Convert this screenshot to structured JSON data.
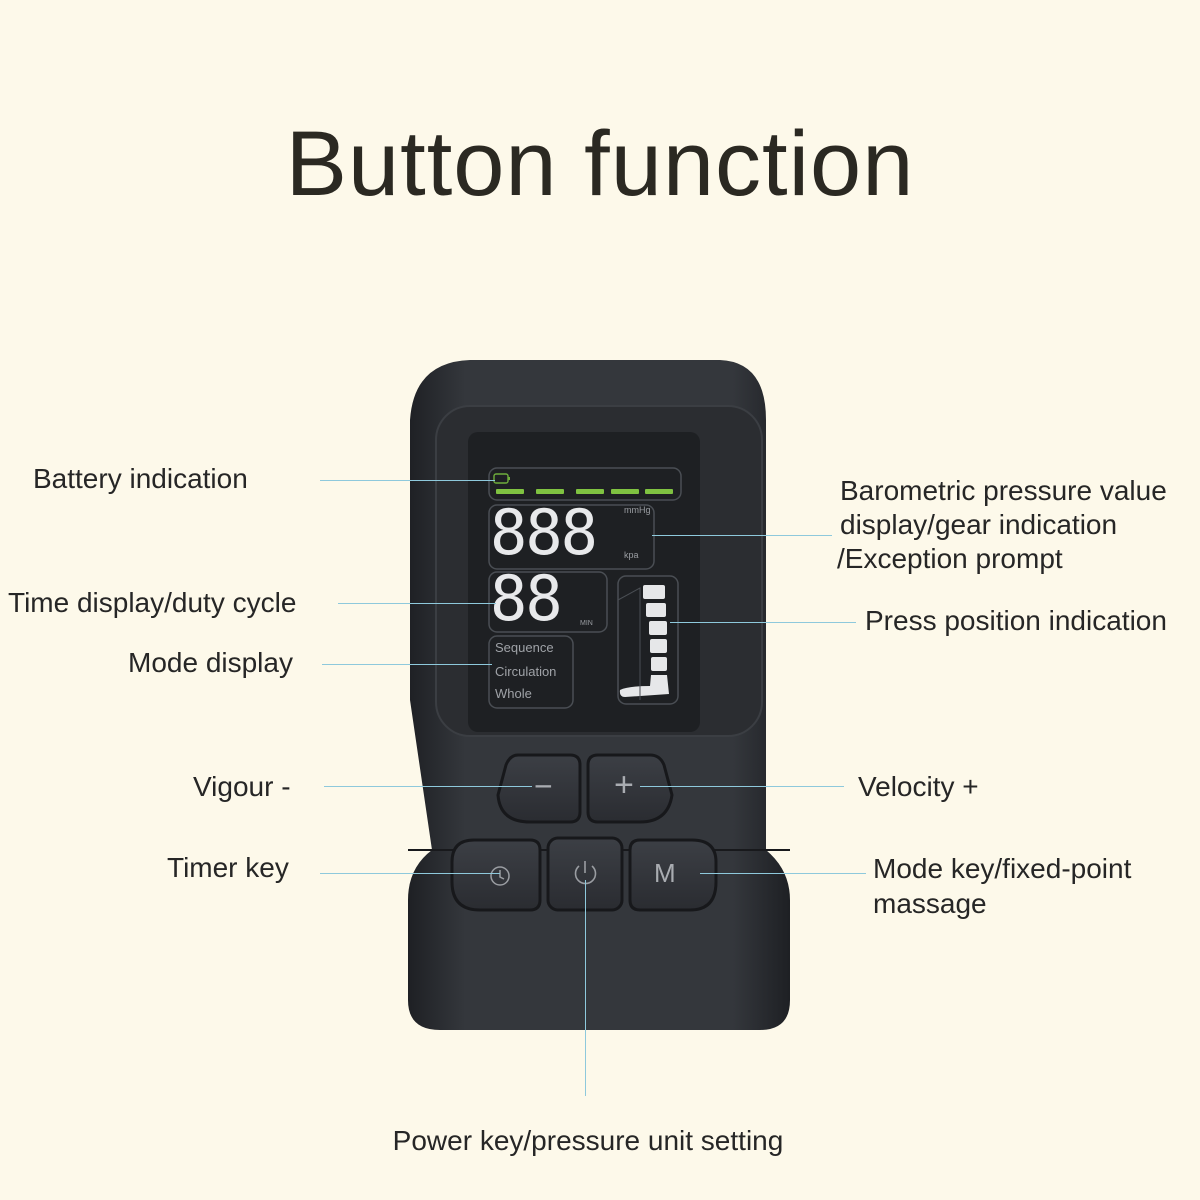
{
  "title": "Button function",
  "labels": {
    "battery": "Battery indication",
    "time": "Time display/duty cycle",
    "mode_display": "Mode display",
    "vigour": "Vigour -",
    "timer": "Timer key",
    "pressure_line1": "Barometric pressure value",
    "pressure_line2": "display/gear indication",
    "pressure_line3": "/Exception prompt",
    "press_position": "Press position indication",
    "velocity": "Velocity +",
    "mode_key_line1": "Mode key/fixed-point",
    "mode_key_line2": "massage",
    "power": "Power key/pressure unit setting"
  },
  "screen": {
    "pressure_digits": "888",
    "unit_top": "mmHg",
    "unit_bottom": "kpa",
    "time_digits": "88",
    "time_unit": "MIN",
    "modes": [
      "Sequence",
      "Circulation",
      "Whole"
    ]
  },
  "buttons": {
    "minus": "−",
    "plus": "+",
    "mode": "M"
  },
  "colors": {
    "background": "#fdf9ea",
    "device": "#2a2c30",
    "screen": "#1f2124",
    "battery_bar": "#7fc241",
    "leader_line": "#8ec9dc"
  }
}
